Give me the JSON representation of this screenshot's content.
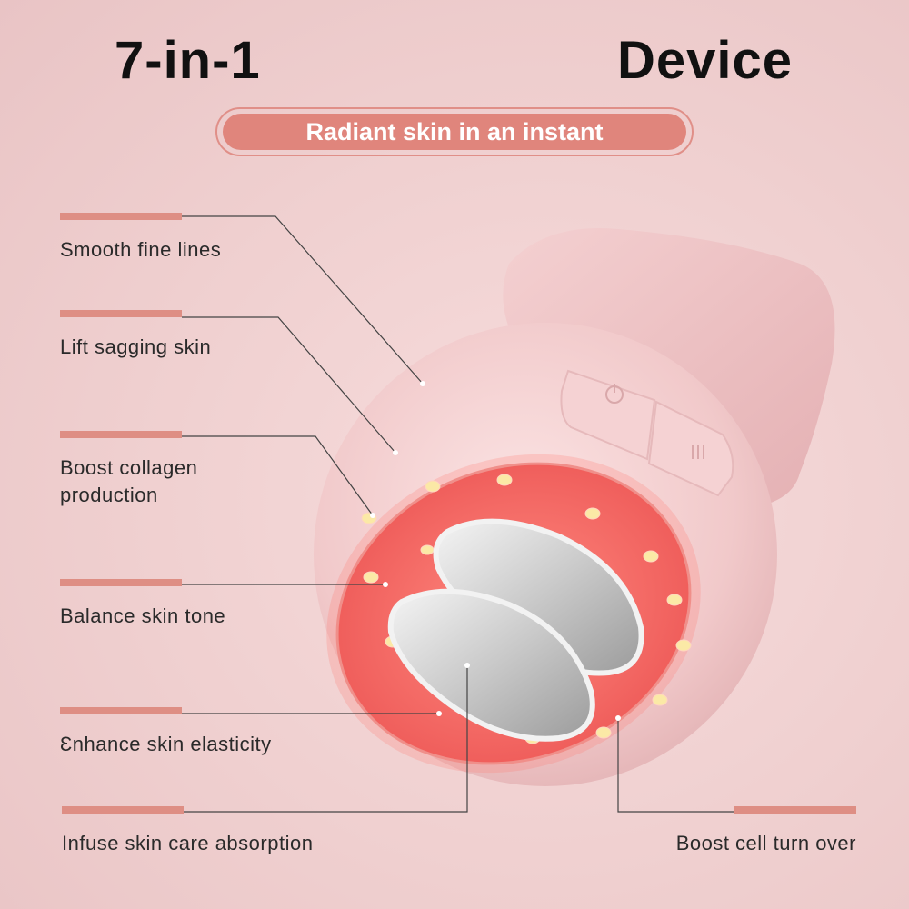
{
  "header": {
    "left_title": "7-in-1",
    "right_title": "Device",
    "tagline": "Radiant skin in an instant"
  },
  "features": [
    {
      "label": "Smooth fine lines"
    },
    {
      "label": "Lift sagging skin"
    },
    {
      "label": "Boost collagen production"
    },
    {
      "label": "Balance skin tone"
    },
    {
      "label": "Ɛnhance skin elasticity"
    },
    {
      "label": "Infuse skin care absorption"
    },
    {
      "label": "Boost cell turn over"
    }
  ],
  "device": {
    "buttons": [
      {
        "icon": "power-icon"
      },
      {
        "icon": "mode-icon"
      }
    ]
  },
  "colors": {
    "accent": "#e0857c",
    "bar": "#de8e84",
    "device_body": "#f3cfd0",
    "led_ring": "#f06060",
    "led": "#fbe9a6"
  }
}
